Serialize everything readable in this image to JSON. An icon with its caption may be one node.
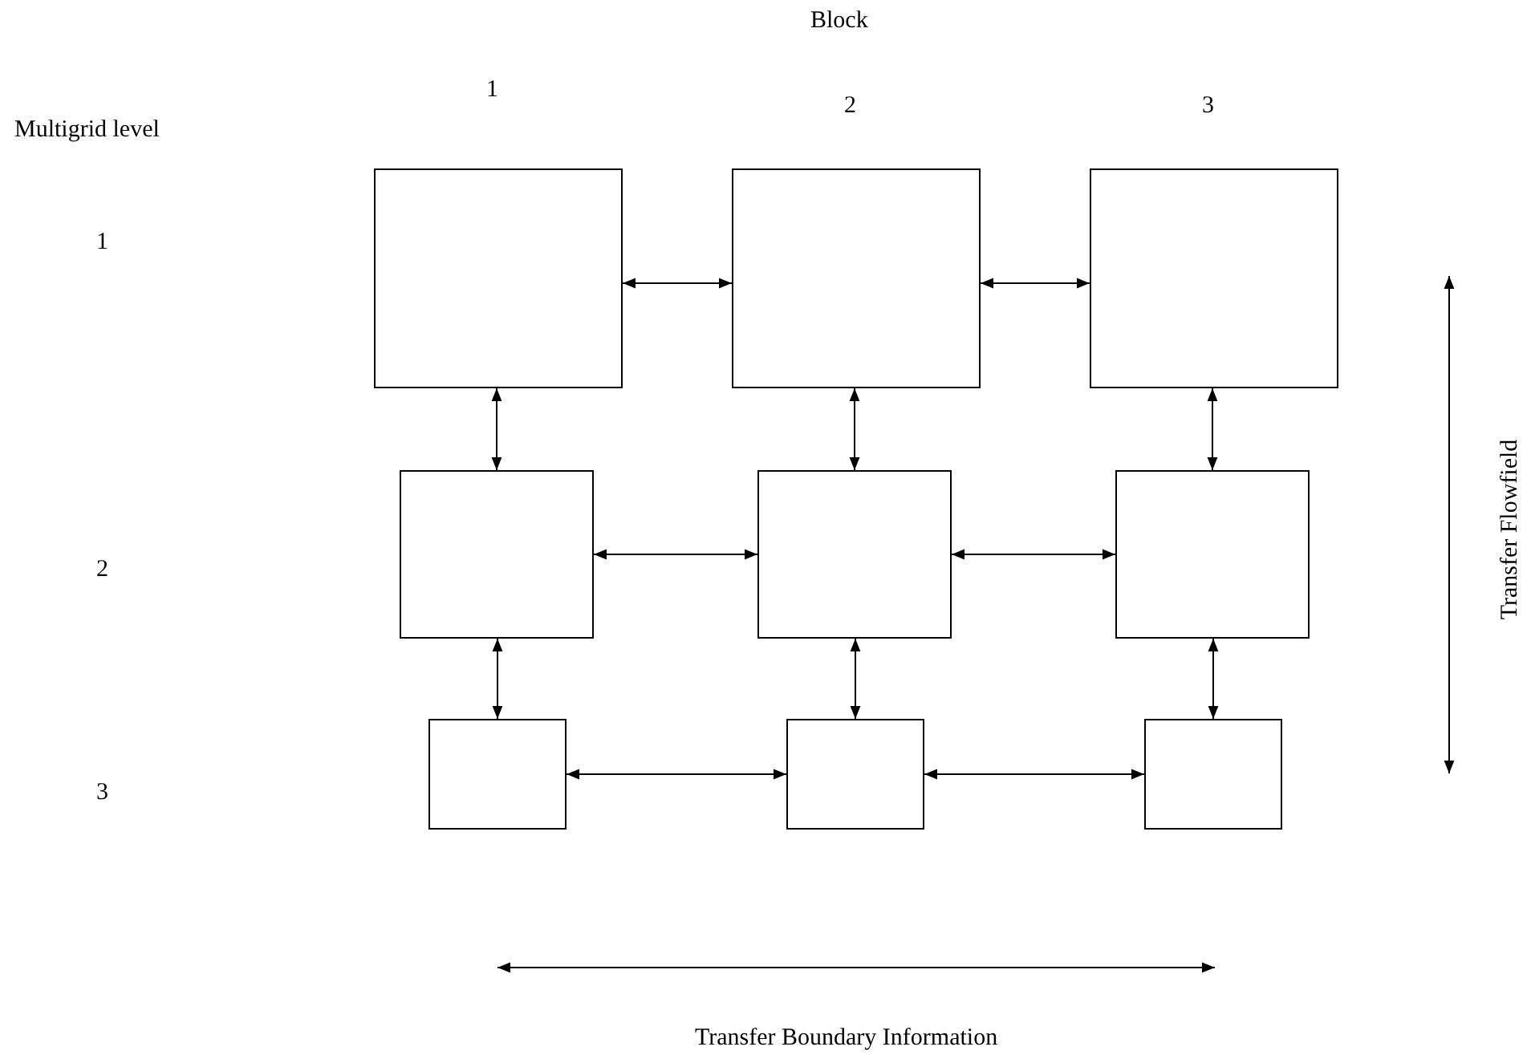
{
  "diagram": {
    "nodes": [
      {
        "text": [],
        "shape": "box"
      },
      {
        "text": [],
        "shape": "box"
      },
      {
        "text": [],
        "shape": "box"
      },
      {
        "text": [],
        "shape": "box"
      },
      {
        "text": [],
        "shape": "box"
      },
      {
        "text": [],
        "shape": "box"
      },
      {
        "text": [],
        "shape": "box"
      },
      {
        "text": [],
        "shape": "box"
      },
      {
        "text": [],
        "shape": "box"
      }
    ],
    "edges": [
      {
        "from": 0,
        "to": 1,
        "arrow": "both"
      },
      {
        "from": 1,
        "to": 2,
        "arrow": "both"
      },
      {
        "from": 0,
        "to": 3,
        "arrow": "both"
      },
      {
        "from": 1,
        "to": 4,
        "arrow": "both"
      },
      {
        "from": 2,
        "to": 5,
        "arrow": "both"
      },
      {
        "from": 3,
        "to": 4,
        "arrow": "both"
      },
      {
        "from": 4,
        "to": 5,
        "arrow": "both"
      },
      {
        "from": 3,
        "to": 6,
        "arrow": "both"
      },
      {
        "from": 4,
        "to": 7,
        "arrow": "both"
      },
      {
        "from": 5,
        "to": 8,
        "arrow": "both"
      },
      {
        "from": 6,
        "to": 7,
        "arrow": "both"
      },
      {
        "from": 7,
        "to": 8,
        "arrow": "both"
      }
    ],
    "labels": [
      "Block",
      "1",
      "2",
      "3",
      "Multigrid level",
      "1",
      "2",
      "3",
      "Transfer Flowfield",
      "Transfer Boundary Information"
    ]
  }
}
